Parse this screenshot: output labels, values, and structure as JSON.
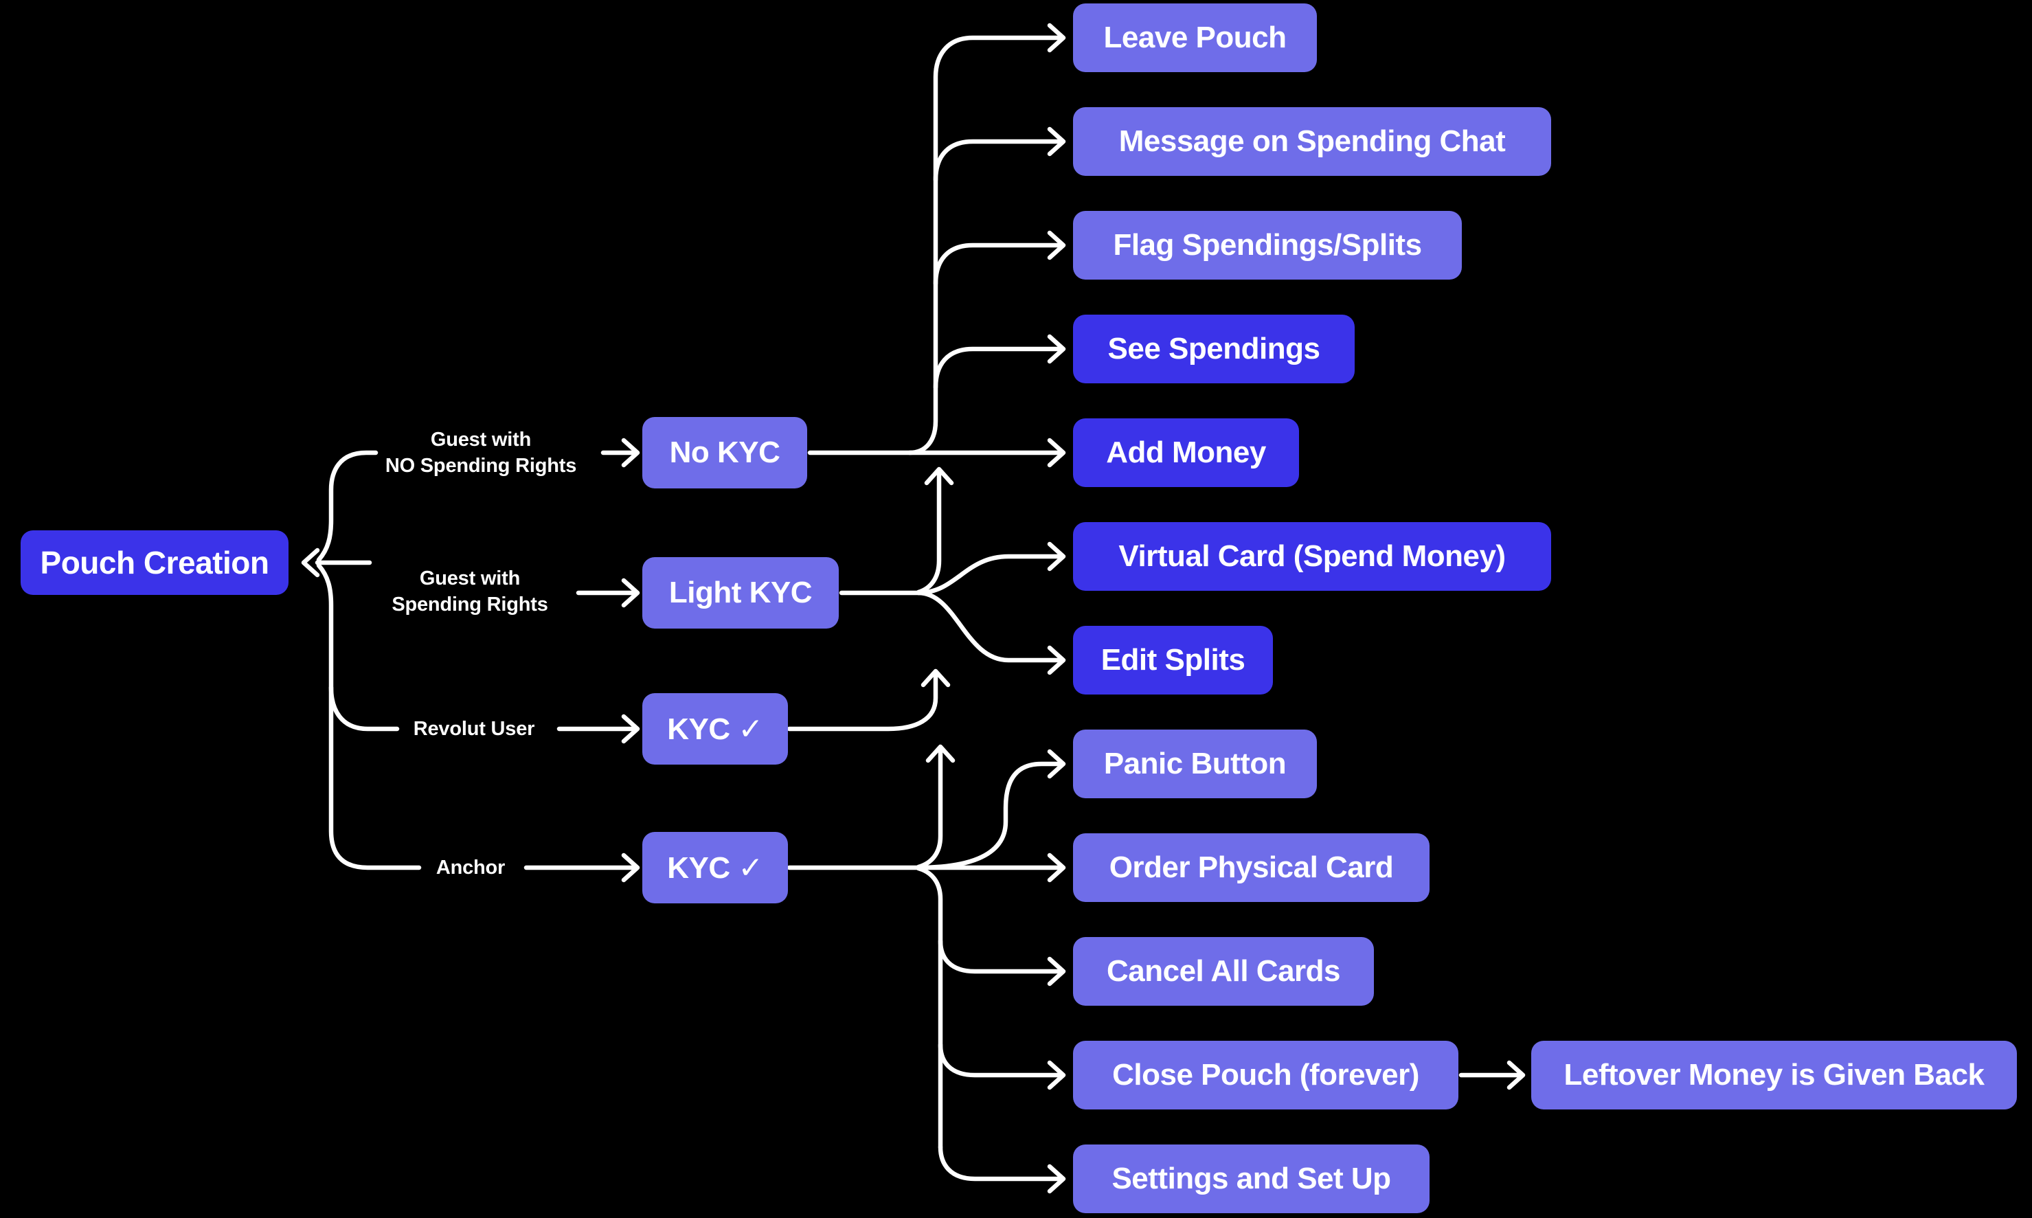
{
  "title": "Pouch Creation flow diagram",
  "colors": {
    "background": "#000000",
    "node_dark": "#3B33E9",
    "node_light": "#6F6DE9",
    "line": "#FFFFFF",
    "text": "#FFFFFF"
  },
  "nodes": {
    "pouch_creation": {
      "label": "Pouch Creation",
      "color": "dark"
    },
    "no_kyc": {
      "label": "No KYC",
      "color": "light"
    },
    "light_kyc": {
      "label": "Light KYC",
      "color": "light"
    },
    "kyc_revolut": {
      "label": "KYC ✓",
      "color": "light"
    },
    "kyc_anchor": {
      "label": "KYC ✓",
      "color": "light"
    },
    "leave_pouch": {
      "label": "Leave Pouch",
      "color": "light"
    },
    "message_chat": {
      "label": "Message on Spending Chat",
      "color": "light"
    },
    "flag_spendings": {
      "label": "Flag Spendings/Splits",
      "color": "light"
    },
    "see_spendings": {
      "label": "See Spendings",
      "color": "dark"
    },
    "add_money": {
      "label": "Add Money",
      "color": "dark"
    },
    "virtual_card": {
      "label": "Virtual Card (Spend Money)",
      "color": "dark"
    },
    "edit_splits": {
      "label": "Edit Splits",
      "color": "dark"
    },
    "panic_button": {
      "label": "Panic Button",
      "color": "light"
    },
    "order_card": {
      "label": "Order Physical Card",
      "color": "light"
    },
    "cancel_cards": {
      "label": "Cancel All Cards",
      "color": "light"
    },
    "close_pouch": {
      "label": "Close Pouch (forever)",
      "color": "light"
    },
    "settings": {
      "label": "Settings and Set Up",
      "color": "light"
    },
    "leftover": {
      "label": "Leftover Money is Given Back",
      "color": "light"
    }
  },
  "branch_labels": {
    "guest_no_rights": {
      "line1": "Guest with",
      "line2": "NO Spending Rights"
    },
    "guest_rights": {
      "line1": "Guest with",
      "line2": "Spending Rights"
    },
    "revolut_user": {
      "label": "Revolut User"
    },
    "anchor": {
      "label": "Anchor"
    }
  }
}
